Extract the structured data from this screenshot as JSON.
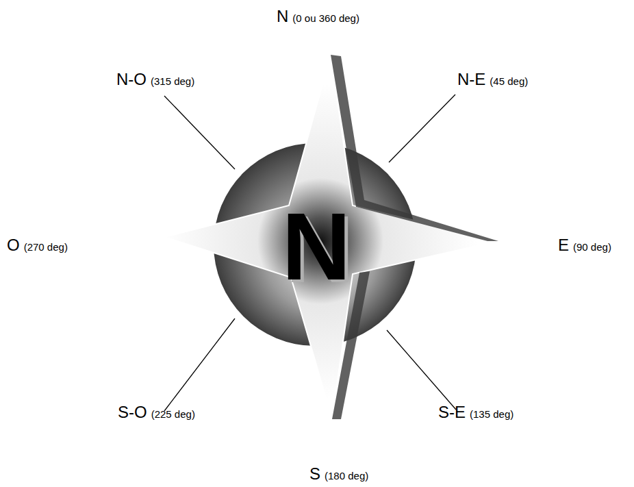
{
  "diagram": {
    "labels": [
      "N",
      "(0 ou 360 deg)",
      "N-O",
      "(315 deg)",
      "N-E",
      "(45 deg)",
      "O",
      "(270 deg)",
      "E",
      "(90 deg)",
      "S-O",
      "(225 deg)",
      "S-E",
      "(135 deg)",
      "S",
      "(180 deg)",
      "N"
    ]
  }
}
